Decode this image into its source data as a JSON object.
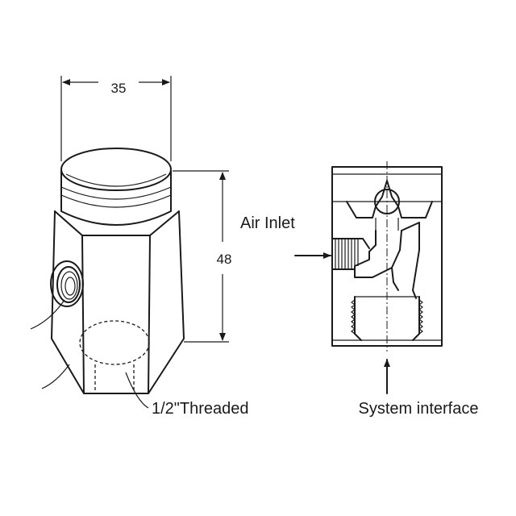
{
  "dimensions": {
    "width_label": "35",
    "height_label": "48"
  },
  "callouts": {
    "thread_label": "1/2\"Threaded",
    "air_inlet_label": "Air Inlet",
    "system_interface_label": "System interface"
  }
}
